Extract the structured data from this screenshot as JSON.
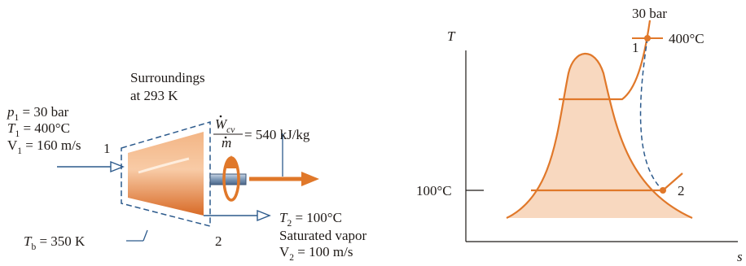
{
  "turbine": {
    "surroundings_line1": "Surroundings",
    "surroundings_line2": "at 293 K",
    "inlet": {
      "state_label": "1",
      "p_sym": "p",
      "p_sub": "1",
      "p_rest": " = 30 bar",
      "t_sym": "T",
      "t_sub": "1",
      "t_rest": " = 400°C",
      "v_sym": "V",
      "v_sub": "1",
      "v_rest": " = 160 m/s"
    },
    "work": {
      "num_sym": "W",
      "num_sub": "cv",
      "den_sym": "m",
      "value": " = 540 kJ/kg"
    },
    "outlet": {
      "state_label": "2",
      "t_sym": "T",
      "t_sub": "2",
      "t_rest": " = 100°C",
      "phase": "Saturated vapor",
      "v_sym": "V",
      "v_sub": "2",
      "v_rest": " = 100 m/s"
    },
    "boundary": {
      "t_sym": "T",
      "t_sub": "b",
      "t_rest": " = 350 K"
    }
  },
  "ts_diagram": {
    "y_axis_label": "T",
    "x_axis_label": "s",
    "pressure_label": "30 bar",
    "point1_label": "1",
    "point1_temp": "400°C",
    "point2_label": "2",
    "temp_tick_label": "100°C"
  },
  "colors": {
    "orange": "#e0782a",
    "dome_fill": "#f8d8bf",
    "turbine_light": "#f6c49b",
    "turbine_dark": "#dd7530",
    "blue": "#2c5a8c",
    "shaft": "#7d98b6",
    "ink": "#1f1a17"
  }
}
